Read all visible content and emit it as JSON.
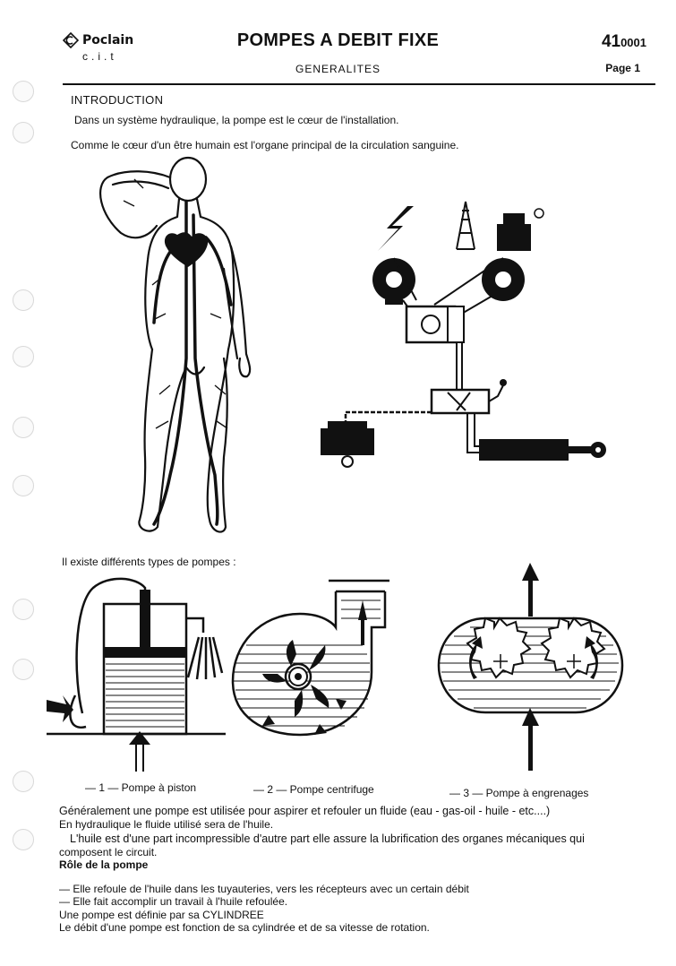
{
  "header": {
    "brand": "Poclain",
    "brand_sub": "c.i.t",
    "title": "POMPES A DEBIT FIXE",
    "subtitle": "GENERALITES",
    "doc_number_main": "41",
    "doc_number_sub": "0001",
    "page_label": "Page 1"
  },
  "intro": {
    "heading": "INTRODUCTION",
    "line1": "Dans un système hydraulique, la pompe est le cœur de l'installation.",
    "line2": "Comme le cœur d'un être humain est l'organe principal de la circulation sanguine."
  },
  "types": {
    "lead": "Il existe différents types de pompes :",
    "items": [
      {
        "label": "— 1 — Pompe à piston"
      },
      {
        "label": "— 2 — Pompe centrifuge"
      },
      {
        "label": "— 3 — Pompe à engrenages"
      }
    ]
  },
  "body": {
    "l1": "Généralement une pompe est utilisée pour aspirer et refouler un fluide (eau - gas-oil - huile - etc....)",
    "l2": "En hydraulique le fluide utilisé sera de l'huile.",
    "l3": "L'huile est d'une part incompressible d'autre part elle assure la lubrification des organes mécaniques qui",
    "l4": "composent le circuit.",
    "role_heading": "Rôle de la pompe",
    "r1": "— Elle refoule de l'huile dans les tuyauteries, vers les récepteurs avec un certain débit",
    "r2": "— Elle fait accomplir un travail à l'huile refoulée.",
    "l5": "Une pompe est définie par sa CYLINDREE",
    "l6": "Le débit d'une pompe est fonction de sa cylindrée et de sa vitesse de rotation."
  }
}
